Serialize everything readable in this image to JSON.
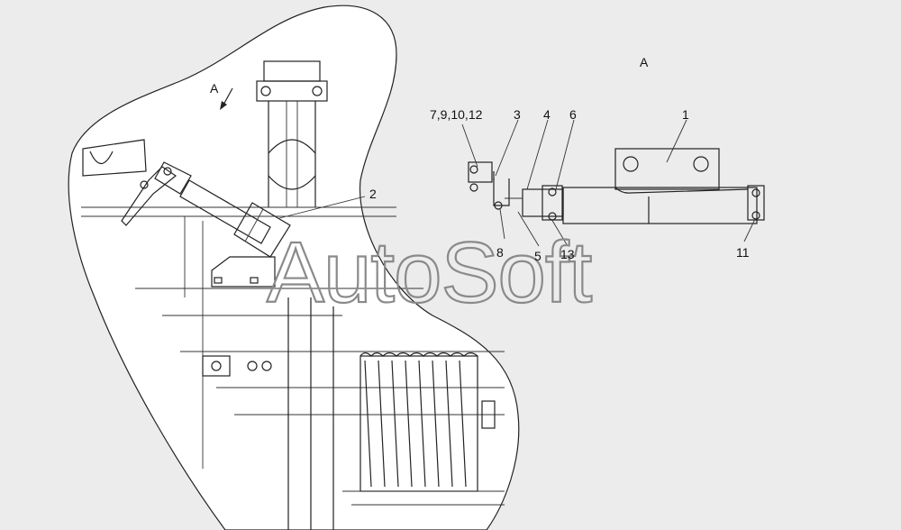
{
  "view_label_left": "А",
  "view_label_right": "А",
  "watermark": "AutoSoft",
  "callouts": [
    {
      "id": "c-7-9-10-12",
      "text": "7,9,10,12"
    },
    {
      "id": "c-3",
      "text": "3"
    },
    {
      "id": "c-4",
      "text": "4"
    },
    {
      "id": "c-6",
      "text": "6"
    },
    {
      "id": "c-1",
      "text": "1"
    },
    {
      "id": "c-2",
      "text": "2"
    },
    {
      "id": "c-8",
      "text": "8"
    },
    {
      "id": "c-5",
      "text": "5"
    },
    {
      "id": "c-13",
      "text": "13"
    },
    {
      "id": "c-11",
      "text": "11"
    }
  ]
}
